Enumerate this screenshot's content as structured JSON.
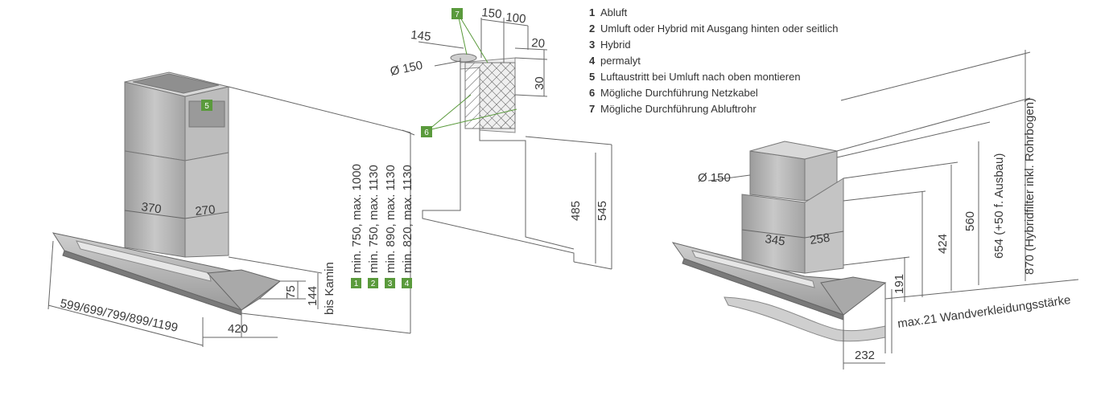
{
  "legend": [
    {
      "num": "1",
      "text": "Abluft"
    },
    {
      "num": "2",
      "text": "Umluft oder Hybrid mit Ausgang hinten oder seitlich"
    },
    {
      "num": "3",
      "text": "Hybrid"
    },
    {
      "num": "4",
      "text": "permalyt"
    },
    {
      "num": "5",
      "text": "Luftaustritt bei Umluft nach oben montieren"
    },
    {
      "num": "6",
      "text": "Mögliche Durchführung Netzkabel"
    },
    {
      "num": "7",
      "text": "Mögliche Durchführung Abluftrohr"
    }
  ],
  "colors": {
    "badge": "#5a9a3c",
    "line": "#555555",
    "hood": "#b5b5b5",
    "hood_dark": "#8a8a8a"
  },
  "left_view": {
    "badge5": "5",
    "d370": "370",
    "d270": "270",
    "width_options": "599/699/799/899/1199",
    "d420": "420",
    "d75": "75",
    "d144": "144",
    "bis_kamin": "bis Kamin",
    "heights": [
      {
        "badge": "1",
        "text": "min. 750, max. 1000"
      },
      {
        "badge": "2",
        "text": "min. 750, max. 1130"
      },
      {
        "badge": "3",
        "text": "min. 890, max. 1130"
      },
      {
        "badge": "4",
        "text": "min. 820, max. 1130"
      }
    ]
  },
  "middle_view": {
    "badge7": "7",
    "badge6": "6",
    "d150top": "150",
    "d100": "100",
    "d145": "145",
    "d20": "20",
    "dia150": "Ø 150",
    "d30": "30",
    "d485": "485",
    "d545": "545"
  },
  "right_view": {
    "dia150": "Ø 150",
    "d345": "345",
    "d258": "258",
    "d191": "191",
    "d424": "424",
    "d560": "560",
    "d654": "654 (+50 f. Ausbau)",
    "d870": "870 (Hybridfilter inkl. Rohrbogen)",
    "wall": "max.21 Wandverkleidungsstärke",
    "d232": "232"
  }
}
